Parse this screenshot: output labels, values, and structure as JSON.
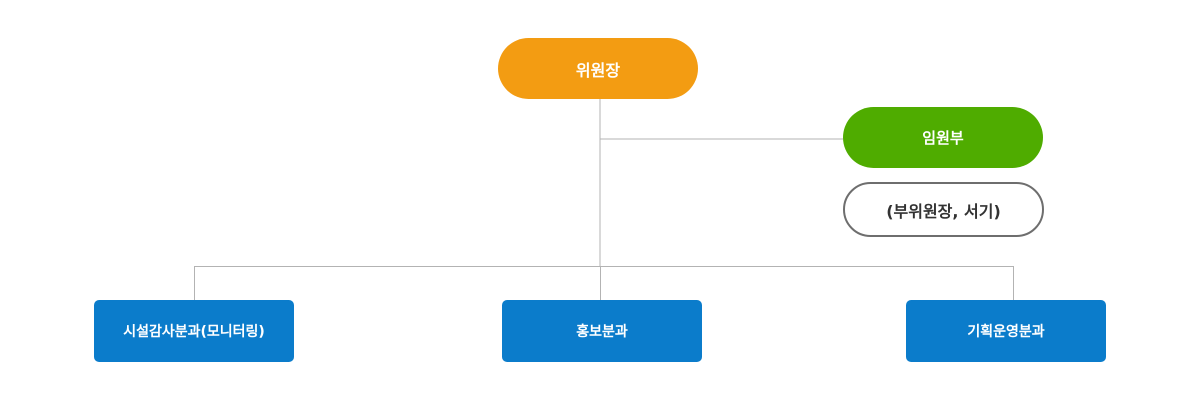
{
  "org_chart": {
    "chair": {
      "label": "위원장"
    },
    "officers": {
      "label": "임원부",
      "note": "(부위원장, 서기)"
    },
    "departments": [
      {
        "label": "시설감사분과(모니터링)"
      },
      {
        "label": "홍보분과"
      },
      {
        "label": "기획운영분과"
      }
    ]
  },
  "colors": {
    "chair": "#f39c12",
    "officers": "#4fac00",
    "department": "#0b7ccb",
    "connector": "#b3b3b3",
    "note_border": "#6e6e6e"
  }
}
